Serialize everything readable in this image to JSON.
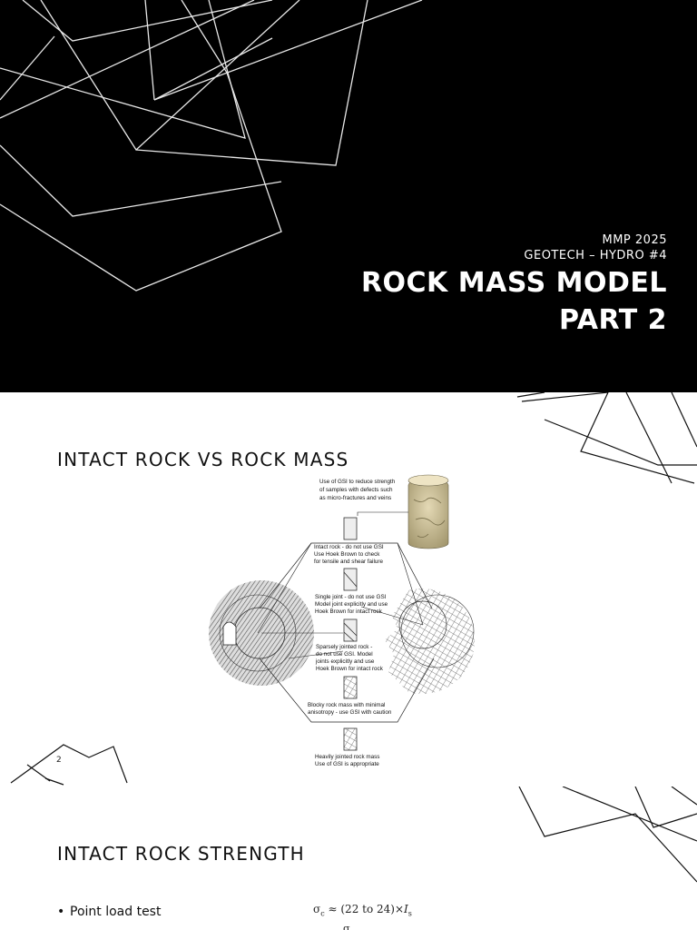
{
  "slide1": {
    "course": "MMP 2025",
    "module": "GEOTECH – HYDRO #4",
    "title_line1": "ROCK MASS MODEL",
    "title_line2": "PART 2"
  },
  "slide2": {
    "title": "INTACT ROCK VS ROCK MASS",
    "page_number": "2",
    "figure": {
      "gsi_note": [
        "Use of GSI to reduce strength",
        "of samples with defects such",
        "as micro-fractures and veins"
      ],
      "intact": [
        "Intact rock - do not use GSI",
        "Use Hoek Brown to check",
        "for tensile and shear failure"
      ],
      "single_joint": [
        "Single joint - do not use GSI",
        "Model joint explicitly and use",
        "Hoek Brown for intact rock"
      ],
      "sparsely": [
        "Sparsely jointed rock -",
        "do not use GSI. Model",
        "joints explicitly and use",
        "Hoek Brown for intact rock"
      ],
      "blocky": [
        "Blocky rock mass with minimal",
        "anisotropy - use GSI with caution"
      ],
      "heavily": [
        "Heavily jointed rock mass",
        "Use of GSI is appropriate"
      ]
    }
  },
  "slide3": {
    "title": "INTACT ROCK STRENGTH",
    "bullet": "Point load test",
    "formula_main": "σc ≈ (22 to 24) × Is",
    "formula_lhs": "σ",
    "formula_sub": "c",
    "formula_mid": " ≈ (22 to 24)×",
    "formula_var": "I",
    "formula_var_sub": "s",
    "formula_second": "σ"
  }
}
